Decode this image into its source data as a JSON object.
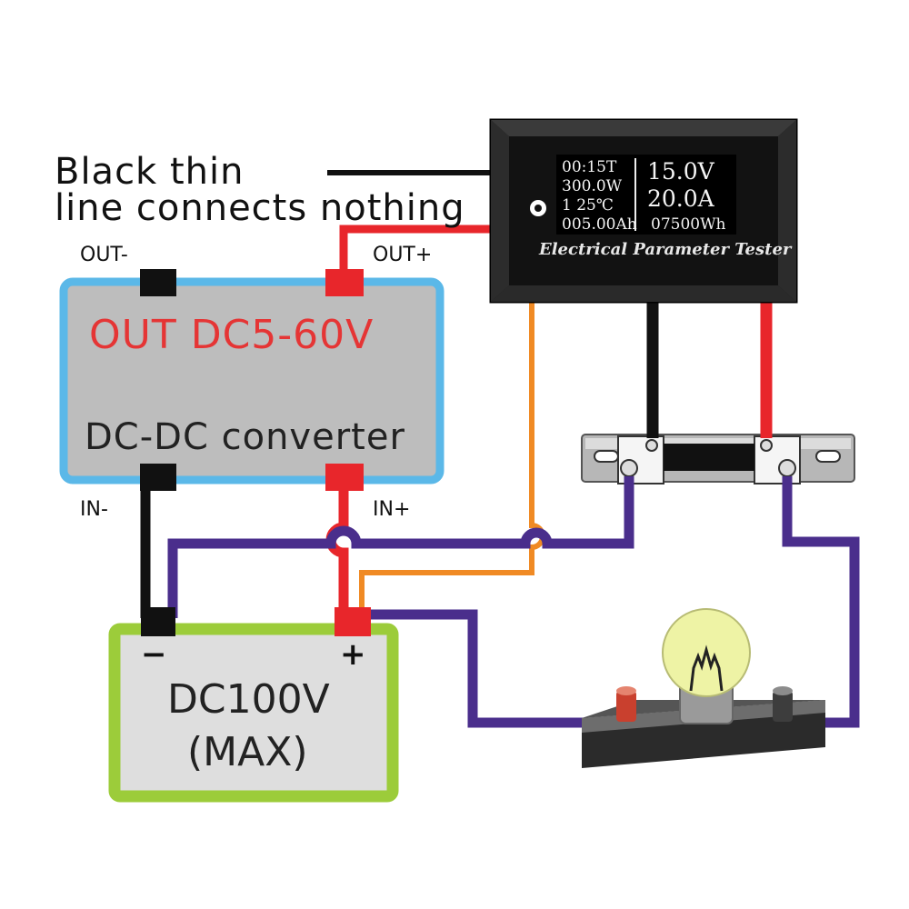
{
  "note": {
    "line1": "Black thin",
    "line2": "line connects nothing"
  },
  "converter": {
    "output_label": "OUT DC5-60V",
    "name": "DC-DC converter",
    "out_minus": "OUT-",
    "out_plus": "OUT+",
    "in_minus": "IN-",
    "in_plus": "IN+"
  },
  "battery": {
    "voltage": "DC100V",
    "max": "(MAX)",
    "minus": "−",
    "plus": "+"
  },
  "tester": {
    "caption": "Electrical Parameter Tester",
    "time": "00:15T",
    "power": "300.0W",
    "temp": "1  25℃",
    "capacity": "005.00Ah",
    "voltage": "15.0V",
    "current": "20.0A",
    "energy": "07500Wh"
  },
  "colors": {
    "wire_black": "#111111",
    "wire_red": "#e8262b",
    "wire_purple": "#4a2e8c",
    "wire_orange": "#f08a24",
    "converter_border": "#5bb8e8",
    "converter_fill": "#bdbdbd",
    "battery_border": "#9ccc3a",
    "battery_fill": "#dedede"
  }
}
